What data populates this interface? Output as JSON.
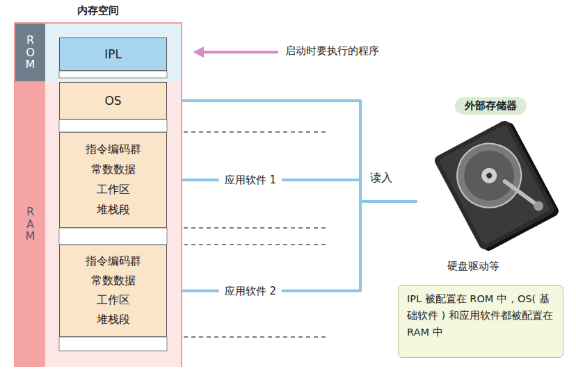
{
  "diagram": {
    "nodes": [
      {
        "text": [
          "内存空间"
        ]
      },
      {
        "text": [
          "ROM"
        ],
        "in": 0
      },
      {
        "text": [
          "RAM"
        ],
        "in": 0
      },
      {
        "text": [
          "IPL"
        ],
        "in": 1
      },
      {
        "text": [
          "OS"
        ],
        "in": 2
      },
      {
        "text": [
          "指令编码群",
          "常数数据",
          "工作区",
          "堆栈段"
        ],
        "in": 2
      },
      {
        "text": [
          "指令编码群",
          "常数数据",
          "工作区",
          "堆栈段"
        ],
        "in": 2
      },
      {
        "text": [
          "外部存储器",
          "硬盘驱动等"
        ]
      },
      {
        "text": [
          "IPL 被配置在 ROM 中，OS( 基础软件 ) 和应用软件都被配置在 RAM 中"
        ]
      }
    ],
    "edges": [
      {
        "from": 7,
        "to": 4,
        "arrow": "to"
      },
      {
        "from": 7,
        "to": 5,
        "arrow": "to",
        "label": "应用软件 1"
      },
      {
        "from": 7,
        "to": 6,
        "arrow": "to",
        "label": "应用软件 2"
      }
    ],
    "labels": [
      "启动时要执行的程序",
      "读入"
    ]
  }
}
